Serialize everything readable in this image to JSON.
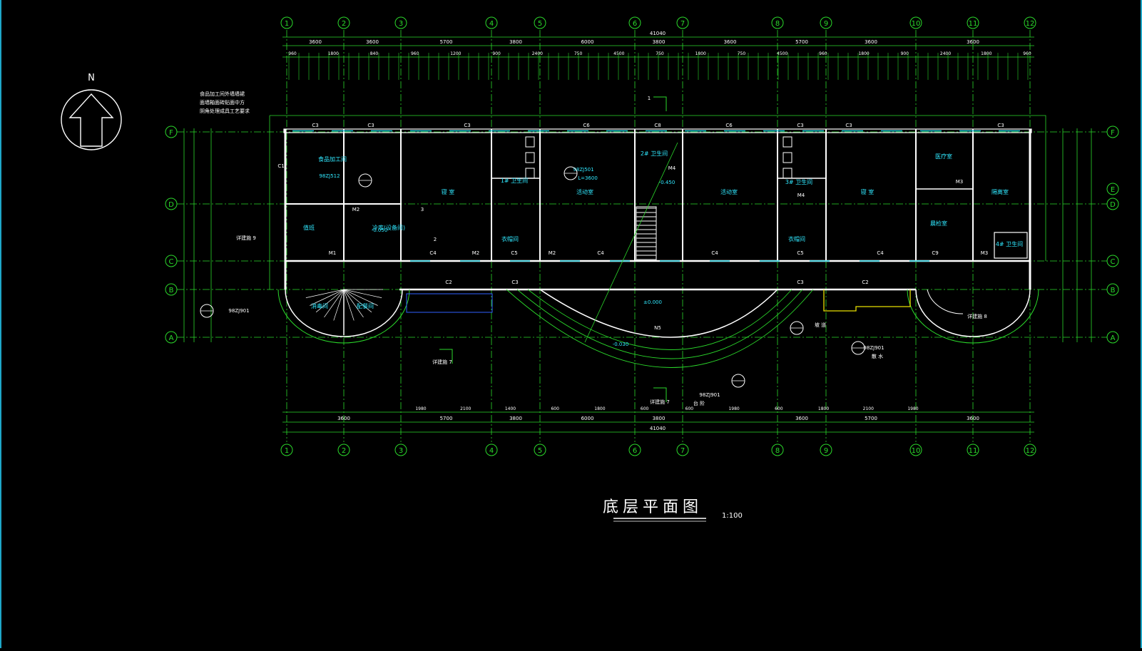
{
  "drawing": {
    "title": "底层平面图",
    "scale": "1:100",
    "north_label": "N",
    "colors": {
      "background": "#000000",
      "axis": "#2bd92b",
      "wall": "#ffffff",
      "window": "#20d0e0",
      "text_white": "#ffffff",
      "text_cyan": "#30e8ff",
      "stair": "#ffffff",
      "highlight": "#e8e000"
    }
  },
  "axes": {
    "vertical": [
      "1",
      "2",
      "3",
      "4",
      "5",
      "6",
      "7",
      "8",
      "9",
      "10",
      "11",
      "12"
    ],
    "horizontal_left": [
      "F",
      "D",
      "C",
      "B",
      "A"
    ],
    "horizontal_right": [
      "F",
      "E",
      "D",
      "C",
      "B",
      "A"
    ]
  },
  "dimensions": {
    "overall": "41040",
    "top_row": [
      "3600",
      "3600",
      "5700",
      "3800",
      "6000",
      "3800",
      "3600",
      "5700",
      "3600",
      "3600"
    ],
    "bottom_row": [
      "3600",
      "5700",
      "3800",
      "6000",
      "3800",
      "3600",
      "5700",
      "3600"
    ],
    "top_detail": [
      "960",
      "1800",
      "840",
      "960",
      "1200",
      "900",
      "2400",
      "750",
      "4500",
      "750",
      "1800",
      "750",
      "4500",
      "960",
      "1800",
      "900",
      "2400",
      "1800",
      "960"
    ],
    "bottom_detail": [
      "1980",
      "2100",
      "1400",
      "600",
      "1800",
      "600",
      "600",
      "1980",
      "600",
      "1800",
      "2100",
      "1980"
    ]
  },
  "rooms": [
    {
      "label": "食品加工间"
    },
    {
      "label": "寝 室"
    },
    {
      "label": "活动室"
    },
    {
      "label": "活动室"
    },
    {
      "label": "寝 室"
    },
    {
      "label": "医疗室"
    },
    {
      "label": "隔离室"
    },
    {
      "label": "晨检室"
    },
    {
      "label": "值班"
    },
    {
      "label": "衣帽间"
    },
    {
      "label": "衣帽间"
    },
    {
      "label": "1# 卫生间"
    },
    {
      "label": "2# 卫生间"
    },
    {
      "label": "3# 卫生间"
    },
    {
      "label": "4# 卫生间"
    },
    {
      "label": "冷库(设备间)"
    },
    {
      "label": "消毒间"
    },
    {
      "label": "配餐间"
    }
  ],
  "notes": [
    {
      "text": "食品加工间外墙墙裙"
    },
    {
      "text": "面墙釉面砖贴面中方"
    },
    {
      "text": "阴角处理成具工艺要求"
    },
    {
      "text": "详建施 9"
    },
    {
      "text": "详建施 7"
    },
    {
      "text": "详建施 7"
    },
    {
      "text": "详建施 8"
    },
    {
      "text": "98ZJ901"
    },
    {
      "text": "98ZJ901"
    },
    {
      "text": "98ZJ901"
    },
    {
      "text": "98ZJ501"
    },
    {
      "text": "98ZJ512"
    },
    {
      "text": "L=3600"
    },
    {
      "text": "台 阶"
    },
    {
      "text": "散 水"
    },
    {
      "text": "坡 道"
    },
    {
      "text": "±0.000"
    },
    {
      "text": "-0.050"
    },
    {
      "text": "-0.030"
    },
    {
      "text": "-0.450"
    }
  ],
  "tags": [
    "C3",
    "C3",
    "C3",
    "C6",
    "C8",
    "C6",
    "C3",
    "C3",
    "C3",
    "C1",
    "C4",
    "C5",
    "C4",
    "C4",
    "C5",
    "C4",
    "C9",
    "C2",
    "C3",
    "C3",
    "C2",
    "M1",
    "M2",
    "M2",
    "M2",
    "M3",
    "M3",
    "M4",
    "M4",
    "N5",
    "1",
    "2",
    "3"
  ]
}
